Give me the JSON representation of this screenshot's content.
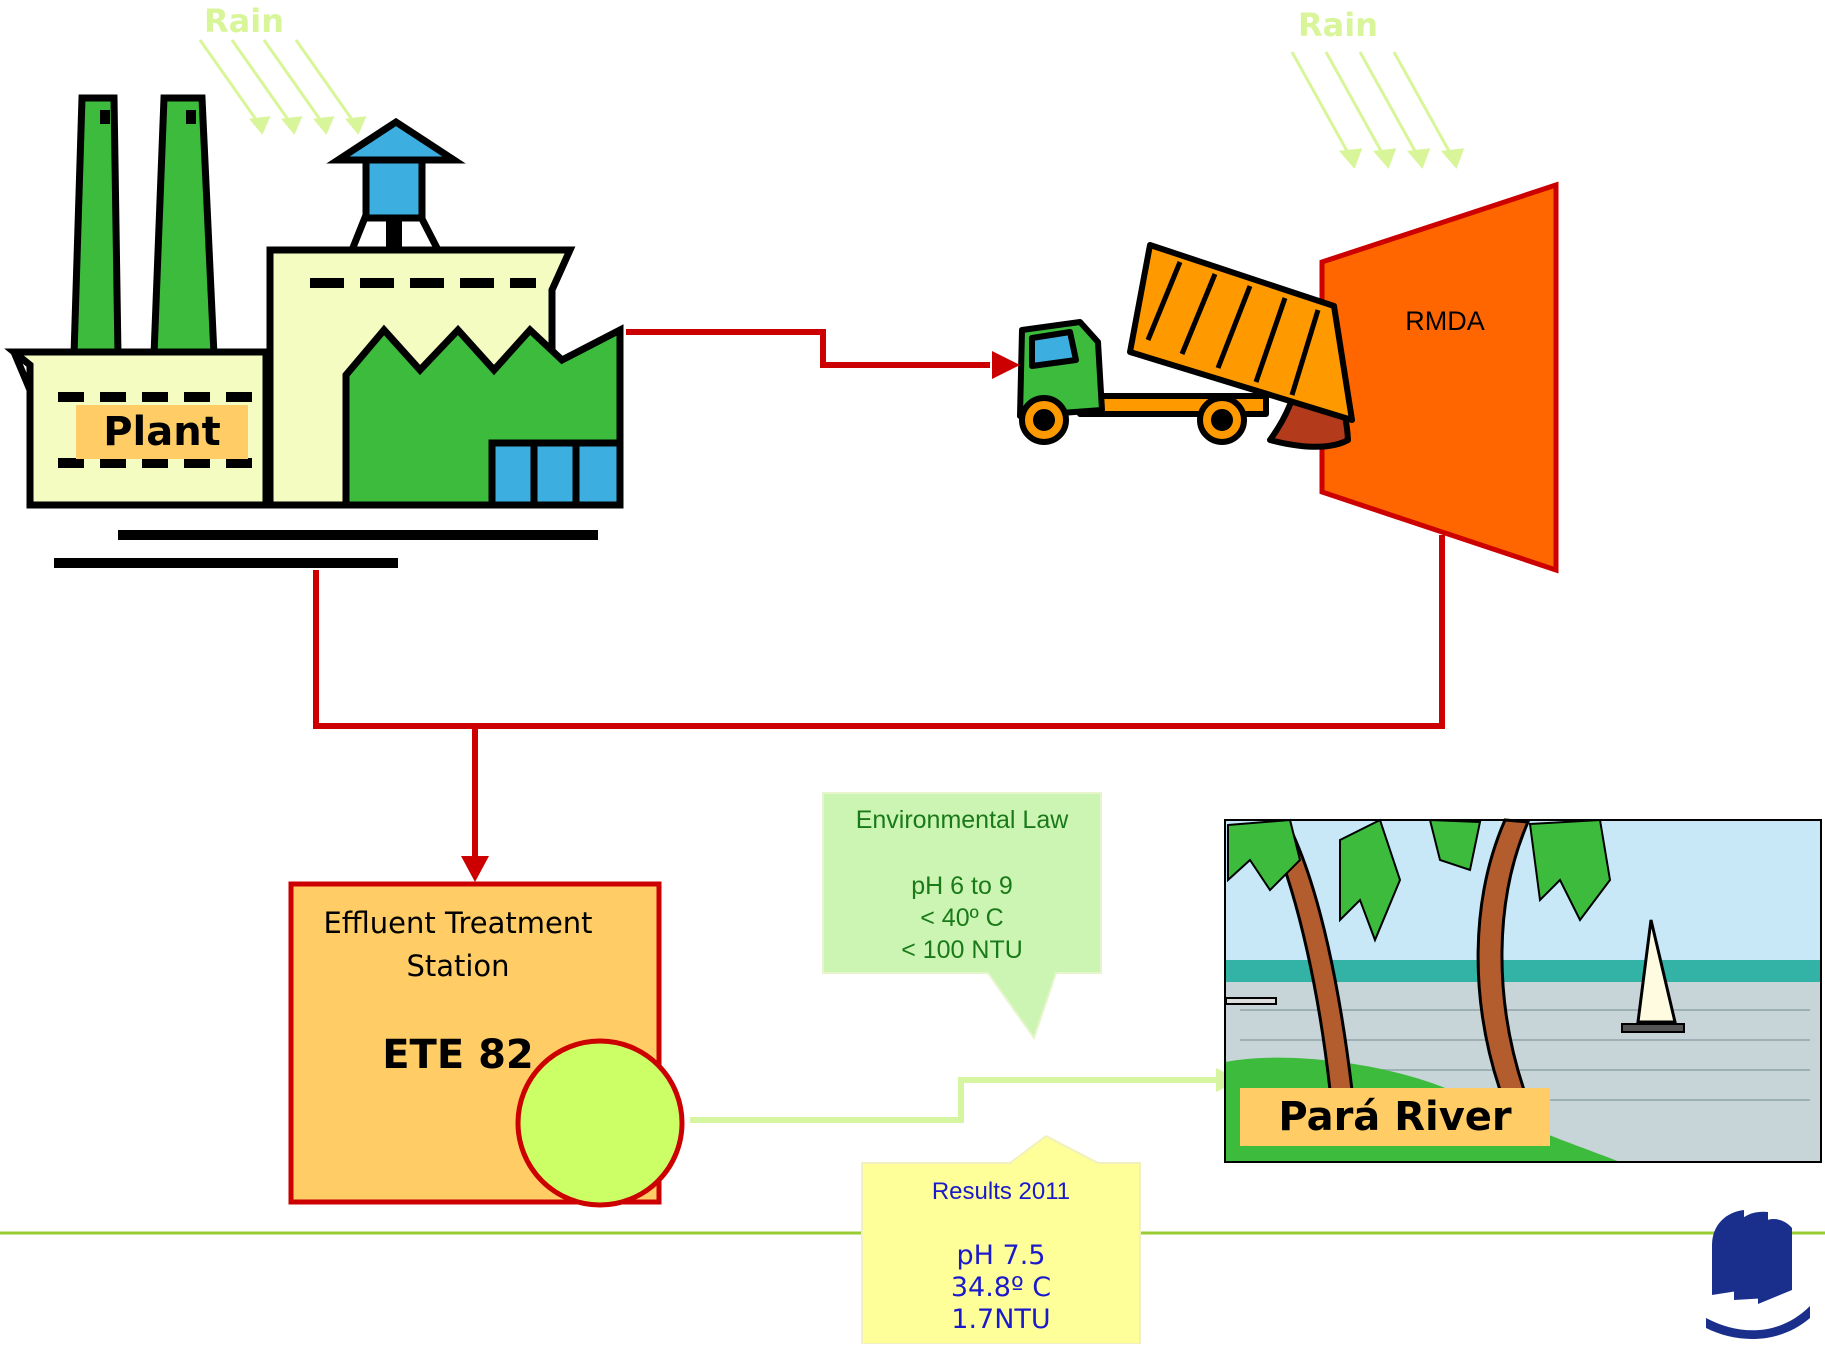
{
  "colors": {
    "flow_red": "#cc0000",
    "treated_flow": "#d6f5a0",
    "rain": "#d9f59a",
    "rmda_fill": "#ff6600",
    "ete_fill": "#ffcc66",
    "indicator_circle": "#ccff66",
    "law_note_fill": "#ccf5b3",
    "law_text": "#1a7a1a",
    "results_note_fill": "#ffff99",
    "results_text": "#1a1acc",
    "footer_line": "#99cc33"
  },
  "rain_left": "Rain",
  "rain_right": "Rain",
  "plant": {
    "label": "Plant"
  },
  "rmda": {
    "label": "RMDA"
  },
  "ete": {
    "title": "Effluent Treatment\nStation",
    "code": "ETE 82"
  },
  "environmental_law": {
    "title": "Environmental Law",
    "lines": "pH 6 to 9\n< 40º C\n< 100 NTU"
  },
  "results": {
    "title": "Results 2011",
    "lines": "pH 7.5\n34.8º C\n1.7NTU"
  },
  "river": {
    "label": "Pará River"
  },
  "icons": [
    "factory-icon",
    "dump-truck-icon",
    "river-landscape-icon",
    "company-logo-icon"
  ]
}
